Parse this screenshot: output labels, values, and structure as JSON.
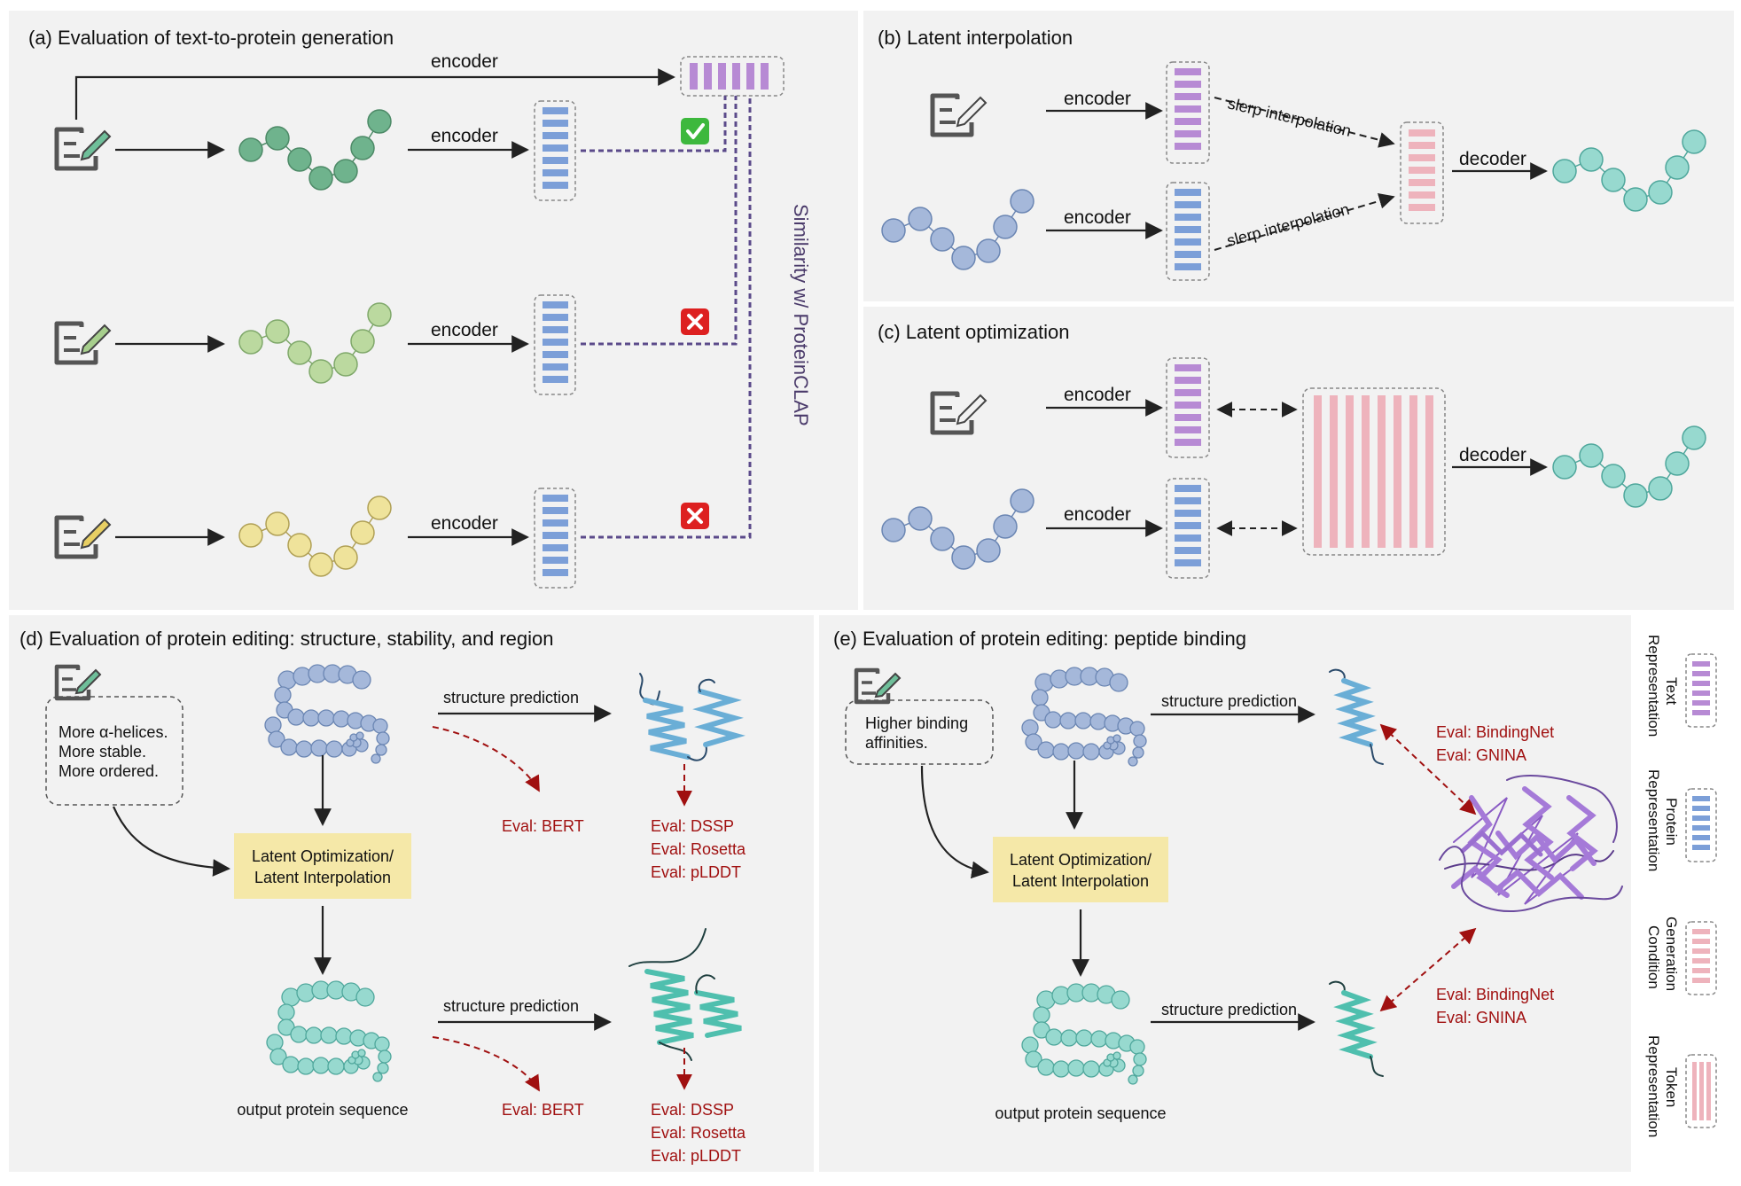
{
  "panels": {
    "a": {
      "title": "(a) Evaluation of text-to-protein generation",
      "encoder_label": "encoder",
      "similarity_label": "Similarity w/ ProteinCLAP"
    },
    "b": {
      "title": "(b) Latent interpolation",
      "encoder_label": "encoder",
      "decoder_label": "decoder",
      "slerp_label": "slerp interpolation"
    },
    "c": {
      "title": "(c) Latent optimization",
      "encoder_label": "encoder",
      "decoder_label": "decoder"
    },
    "d": {
      "title": "(d) Evaluation of protein editing: structure, stability, and region",
      "prompt_lines": [
        "More α-helices.",
        "More stable.",
        "More ordered."
      ],
      "box_lines": [
        "Latent Optimization/",
        "Latent Interpolation"
      ],
      "structure_label": "structure prediction",
      "eval_bert": "Eval: BERT",
      "eval_list": [
        "Eval: DSSP",
        "Eval: Rosetta",
        "Eval: pLDDT"
      ],
      "output_label": "output protein sequence"
    },
    "e": {
      "title": "(e) Evaluation of protein editing: peptide binding",
      "prompt_lines": [
        "Higher binding",
        "affinities."
      ],
      "box_lines": [
        "Latent Optimization/",
        "Latent Interpolation"
      ],
      "structure_label": "structure prediction",
      "eval_list": [
        "Eval: BindingNet",
        "Eval: GNINA"
      ],
      "output_label": "output protein sequence"
    }
  },
  "legend": [
    {
      "lines": [
        "Text",
        "Representation"
      ],
      "color": "#b78ad4"
    },
    {
      "lines": [
        "Protein",
        "Representation"
      ],
      "color": "#7c9fd8"
    },
    {
      "lines": [
        "Generation",
        "Condition"
      ],
      "color": "#eeb3bc"
    },
    {
      "lines": [
        "Token",
        "Representation"
      ],
      "color": "#eeb3bc"
    }
  ],
  "colors": {
    "text_rep": "#b78ad4",
    "protein_rep": "#7c9fd8",
    "condition": "#eeb3bc",
    "similarity_line": "#5b4a8a",
    "eval_red": "#a01010",
    "check_green": "#3db83d",
    "cross_red": "#dd2020"
  }
}
